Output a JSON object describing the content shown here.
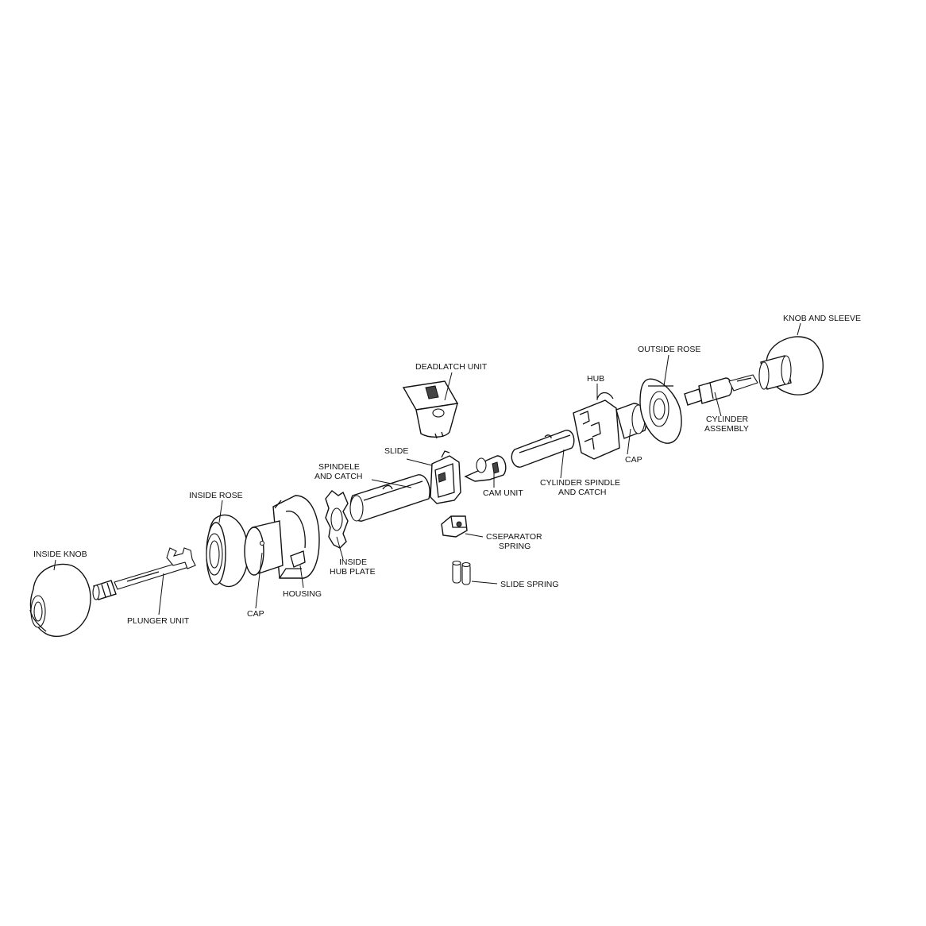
{
  "labels": {
    "knob_and_sleeve": "KNOB AND SLEEVE",
    "outside_rose": "OUTSIDE ROSE",
    "deadlatch_unit": "DEADLATCH UNIT",
    "hub": "HUB",
    "cylinder_assembly_1": "CYLINDER",
    "cylinder_assembly_2": "ASSEMBLY",
    "cap_right": "CAP",
    "slide": "SLIDE",
    "spindle_catch_1": "SPINDELE",
    "spindle_catch_2": "AND CATCH",
    "cylinder_spindle_1": "CYLINDER SPINDLE",
    "cylinder_spindle_2": "AND CATCH",
    "cam_unit": "CAM UNIT",
    "inside_rose": "INSIDE ROSE",
    "inside_hub_plate_1": "INSIDE",
    "inside_hub_plate_2": "HUB PLATE",
    "cseparator_spring_1": "CSEPARATOR",
    "cseparator_spring_2": "SPRING",
    "slide_spring": "SLIDE SPRING",
    "housing": "HOUSING",
    "cap_left": "CAP",
    "inside_knob": "INSIDE KNOB",
    "plunger_unit": "PLUNGER UNIT"
  }
}
